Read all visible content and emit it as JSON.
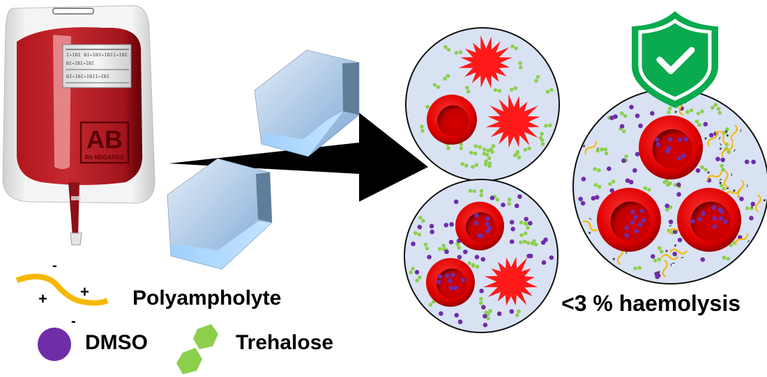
{
  "blood_bag": {
    "blood_type": "AB",
    "rh_factor": "Rh NEGATIVE",
    "label_lines": [
      "I▪IBI    BI▪IBI▪IBII▪IBI",
      "BI▪IBI▪IBI",
      "BI▪IBI▪IBII▪IBI"
    ]
  },
  "legend": {
    "polyampholyte": {
      "label": "Polyampholyte",
      "charges": [
        "-",
        "+",
        "+",
        "-"
      ],
      "icon": "polyampholyte-chain-icon",
      "color": "#f5b800"
    },
    "dmso": {
      "label": "DMSO",
      "icon": "dmso-circle-icon",
      "color": "#6f2da8"
    },
    "trehalose": {
      "label": "Trehalose",
      "icon": "trehalose-hexagons-icon",
      "color": "#8ccf4d"
    }
  },
  "process": {
    "arrow_icon": "process-arrow-icon",
    "crystals_icon": "ice-crystal-icon"
  },
  "panels": {
    "trehalose_only": {
      "intact_cells": 1,
      "lysed_cells": 2
    },
    "trehalose_dmso": {
      "intact_cells": 2,
      "lysed_cells": 1
    },
    "polyampholyte_mix": {
      "intact_cells": 3,
      "lysed_cells": 0,
      "badge_icon": "shield-check-icon",
      "badge_color": "#0aaa4e"
    }
  },
  "result": {
    "text": "<3 % haemolysis"
  },
  "colors": {
    "blood": "#a3141c",
    "rbc": "#e00000",
    "burst": "#ff1a1a",
    "solution_bg": "#d9e2f3",
    "crystal": "#9cc3e6"
  }
}
